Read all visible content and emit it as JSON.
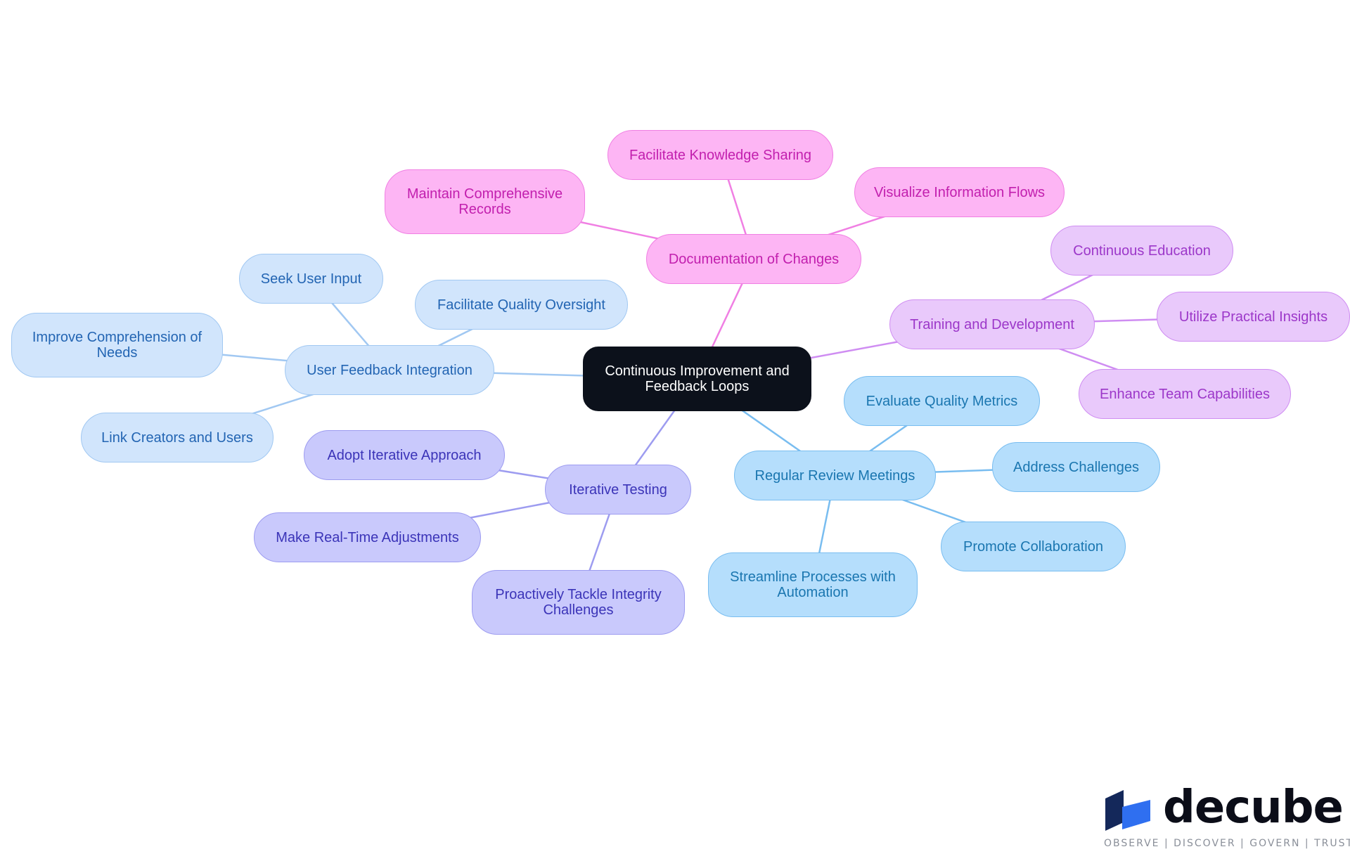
{
  "diagram": {
    "center": "Continuous Improvement and Feedback Loops",
    "branches": {
      "documentation": {
        "label": "Documentation of Changes",
        "children": [
          "Facilitate Knowledge Sharing",
          "Maintain Comprehensive Records",
          "Visualize Information Flows"
        ]
      },
      "training": {
        "label": "Training and Development",
        "children": [
          "Continuous Education",
          "Utilize Practical Insights",
          "Enhance Team Capabilities"
        ]
      },
      "feedback": {
        "label": "User Feedback Integration",
        "children": [
          "Seek User Input",
          "Facilitate Quality Oversight",
          "Improve Comprehension of Needs",
          "Link Creators and Users"
        ]
      },
      "testing": {
        "label": "Iterative Testing",
        "children": [
          "Adopt Iterative Approach",
          "Make Real-Time Adjustments",
          "Proactively Tackle Integrity Challenges"
        ]
      },
      "review": {
        "label": "Regular Review Meetings",
        "children": [
          "Evaluate Quality Metrics",
          "Address Challenges",
          "Promote Collaboration",
          "Streamline Processes with Automation"
        ]
      }
    }
  },
  "colors": {
    "documentation": "#f07fe3",
    "training": "#cf8df2",
    "feedback": "#a1c8f2",
    "testing": "#9d9cf0",
    "review": "#79bdf0",
    "center": "#0c111b"
  },
  "logo": {
    "name": "decube",
    "tagline": "OBSERVE | DISCOVER | GOVERN | TRUST",
    "colors": [
      "#14285a",
      "#2f6ff0"
    ]
  }
}
